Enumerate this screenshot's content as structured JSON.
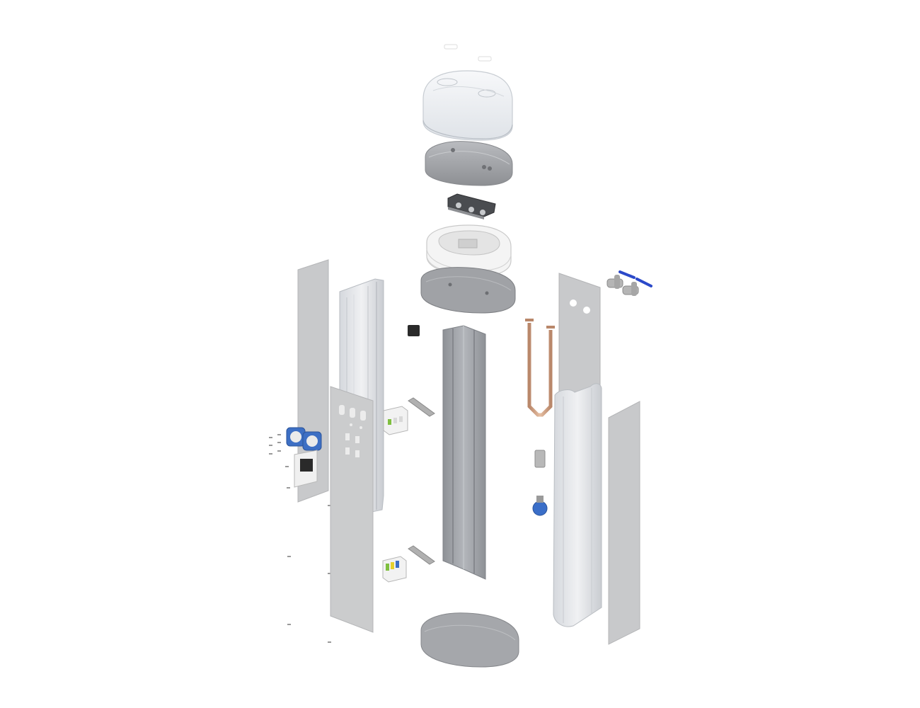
{
  "canvas": {
    "background": "#ffffff"
  },
  "palette": {
    "panel": "#c9c9cb",
    "panel_dark": "#a9a9ab",
    "profile_light": "#e4e6ea",
    "profile_mid": "#cfd2d7",
    "extrusion": "#9ea1a6",
    "extrusion_dark": "#7f8287",
    "cap_grey": "#9fa1a5",
    "cap_grey_dark": "#7d7f83",
    "clear_dome": "#eef1f4",
    "white_part": "#f3f3f3",
    "copper": "#d4a587",
    "copper_dark": "#b9876a",
    "socket_blue": "#3d6fc4",
    "valve_blue": "#2b49c9",
    "breaker_green": "#7fbf3f",
    "breaker_yellow": "#e5d02e",
    "black_part": "#2a2a2a",
    "steel": "#a8a8a8"
  },
  "parts": [
    {
      "id": "label-plates",
      "icon": "small-plate-icon"
    },
    {
      "id": "clear-dome-cover",
      "icon": "dome-icon"
    },
    {
      "id": "lamp-cap",
      "icon": "cap-icon"
    },
    {
      "id": "led-module",
      "icon": "led-icon"
    },
    {
      "id": "diffuser-ring",
      "icon": "ring-icon"
    },
    {
      "id": "head-base-tray",
      "icon": "tray-icon"
    },
    {
      "id": "left-rear-panel",
      "icon": "panel-icon"
    },
    {
      "id": "left-profile",
      "icon": "profile-icon"
    },
    {
      "id": "left-front-panel",
      "icon": "panel-icon"
    },
    {
      "id": "socket-outlets",
      "icon": "socket-icon"
    },
    {
      "id": "energy-meter",
      "icon": "meter-icon"
    },
    {
      "id": "screws",
      "icon": "screw-icon"
    },
    {
      "id": "black-connector",
      "icon": "connector-icon"
    },
    {
      "id": "din-rail-upper",
      "icon": "rail-icon"
    },
    {
      "id": "din-rail-lower",
      "icon": "rail-icon"
    },
    {
      "id": "circuit-breaker-upper",
      "icon": "breaker-icon"
    },
    {
      "id": "circuit-breaker-lower",
      "icon": "breaker-icon"
    },
    {
      "id": "center-extrusion",
      "icon": "extrusion-icon"
    },
    {
      "id": "water-pipe-assembly",
      "icon": "pipe-icon"
    },
    {
      "id": "water-valves",
      "icon": "valve-icon"
    },
    {
      "id": "right-rear-panel",
      "icon": "panel-icon"
    },
    {
      "id": "right-profile",
      "icon": "profile-icon"
    },
    {
      "id": "right-side-panel",
      "icon": "panel-icon"
    },
    {
      "id": "base-plate",
      "icon": "base-icon"
    }
  ]
}
